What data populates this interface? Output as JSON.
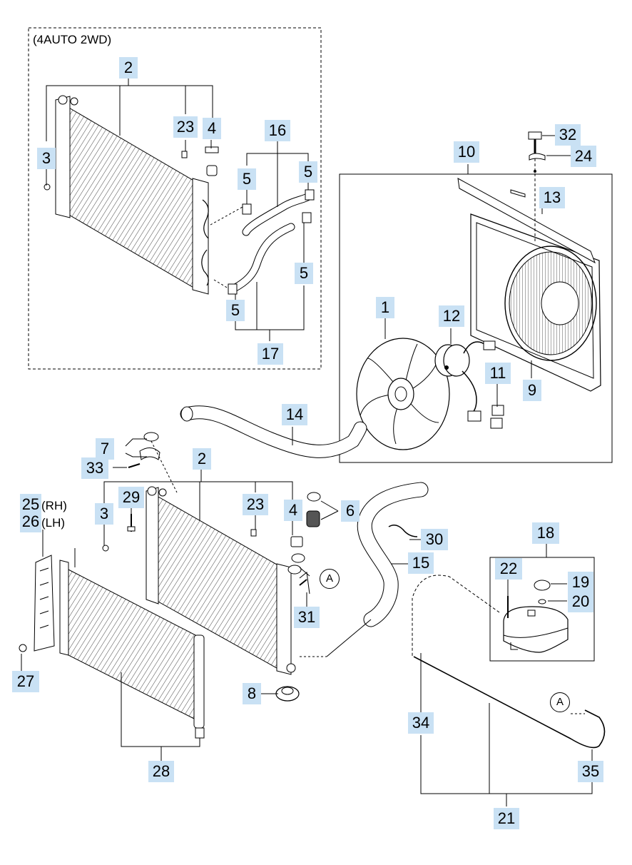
{
  "variant_label": "(4AUTO 2WD)",
  "refs": {
    "a_top": "A",
    "a_bottom": "A"
  },
  "callouts": {
    "c2_top": "2",
    "c3_top": "3",
    "c23_top": "23",
    "c4_top": "4",
    "c16": "16",
    "c5_a": "5",
    "c5_b": "5",
    "c5_c": "5",
    "c5_d": "5",
    "c17": "17",
    "c32": "32",
    "c24": "24",
    "c10": "10",
    "c13": "13",
    "c1": "1",
    "c12": "12",
    "c11": "11",
    "c9": "9",
    "c14": "14",
    "c7": "7",
    "c33": "33",
    "c2_mid": "2",
    "c25": "25",
    "c25_suffix": "(RH)",
    "c26": "26",
    "c26_suffix": "(LH)",
    "c29": "29",
    "c3_mid": "3",
    "c23_mid": "23",
    "c4_mid": "4",
    "c6": "6",
    "c30": "30",
    "c18": "18",
    "c15": "15",
    "c22": "22",
    "c19": "19",
    "c20": "20",
    "c31": "31",
    "c27": "27",
    "c8": "8",
    "c34": "34",
    "c28": "28",
    "c35": "35",
    "c21": "21"
  },
  "colors": {
    "callout_fill": "#c9e1f4",
    "line": "#000000",
    "background": "#ffffff"
  }
}
